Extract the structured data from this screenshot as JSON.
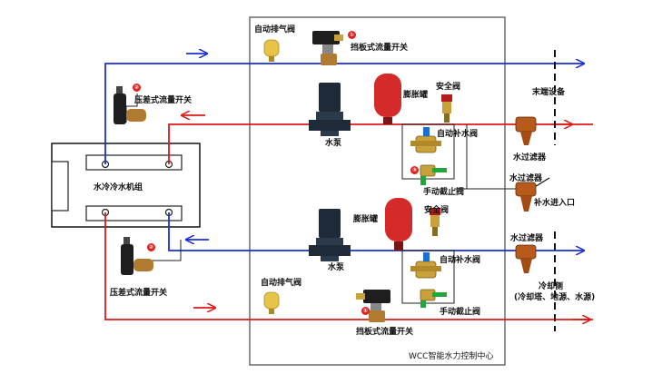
{
  "labels": {
    "auto_air_valve_top": "自动排气阀",
    "paddle_switch_top": "挡板式流量开关",
    "diff_switch_top": "压差式流量开关",
    "pump_top": "水泵",
    "expansion_tank_top": "膨胀罐",
    "safety_valve_top": "安全阀",
    "auto_fill_top": "自动补水阀",
    "manual_stop_top": "手动截止阀",
    "terminal_equipment": "末端设备",
    "filter_1": "水过滤器",
    "filter_2": "水过滤器",
    "filter_3": "水过滤器",
    "fill_inlet": "补水进入口",
    "chiller": "水冷冷水机组",
    "expansion_tank_bottom": "膨胀罐",
    "safety_valve_bottom": "安全阀",
    "pump_bottom": "水泵",
    "auto_fill_bottom": "自动补水阀",
    "manual_stop_bottom": "手动截止阀",
    "diff_switch_bottom": "压差式流量开关",
    "auto_air_valve_bottom": "自动排气阀",
    "paddle_switch_bottom": "挡板式流量开关",
    "cooling_side": "冷却侧",
    "cooling_side_sub": "(冷却塔、地源、水源)",
    "control_center": "WCC智能水力控制中心"
  },
  "markers": {
    "m1_top": "①",
    "m2_top": "②",
    "m3": "③",
    "m2_bottom": "②",
    "m1_bottom": "①"
  },
  "colors": {
    "supply_line": "#1a2fd6",
    "return_line": "#e01818",
    "tank": "#d42a2a",
    "brass": "#c9a13a",
    "pump": "#1e2a38"
  }
}
